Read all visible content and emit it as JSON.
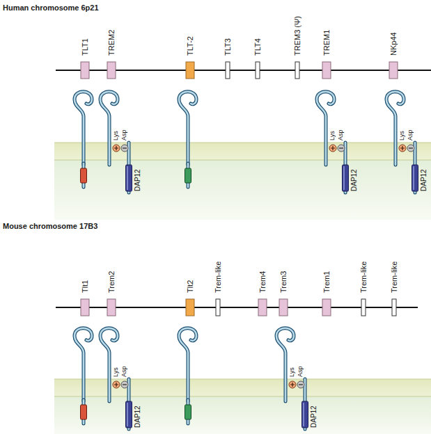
{
  "diagram": {
    "labels": [
      "Human chromosome 6p21",
      "TLT1",
      "TREM2",
      "TLT-2",
      "TLT3",
      "TLT4",
      "TREM3 (Ψ)",
      "TREM1",
      "NKp44",
      "Lys",
      "Asp",
      "DAP12",
      "Lys",
      "Asp",
      "DAP12",
      "Lys",
      "Asp",
      "DAP12",
      "Mouse chromosome 17B3",
      "Tlt1",
      "Trem2",
      "Tlt2",
      "Trem-like",
      "Trem4",
      "Trem3",
      "Trem1",
      "Trem-like",
      "Trem-like",
      "Lys",
      "Asp",
      "DAP12",
      "Lys",
      "Asp",
      "DAP12"
    ]
  }
}
